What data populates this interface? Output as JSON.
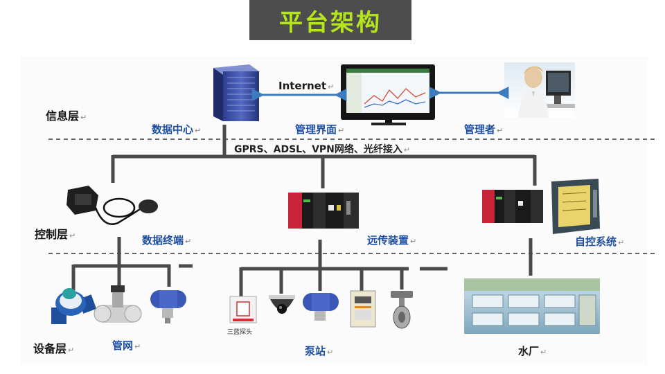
{
  "title": "平台架构",
  "layers": {
    "info": "信息层",
    "control": "控制层",
    "device": "设备层"
  },
  "info_layer": {
    "data_center": "数据中心",
    "management_ui": "管理界面",
    "manager": "管理者",
    "internet": "Internet"
  },
  "network_text": "GPRS、ADSL、VPN网络、光纤接入",
  "control_layer": {
    "data_terminal": "数据终端",
    "remote_device": "远传装置",
    "auto_control": "自控系统"
  },
  "device_layer": {
    "pipe_network": "管网",
    "pump_station": "泵站",
    "water_plant": "水厂",
    "three_probe": "三蓝探头"
  },
  "colors": {
    "title_bg": "#4d4d4d",
    "title_text": "#b5e61d",
    "blue_label": "#1f4fa0",
    "line": "#4a4a4a",
    "arrow": "#3d7bbf"
  }
}
